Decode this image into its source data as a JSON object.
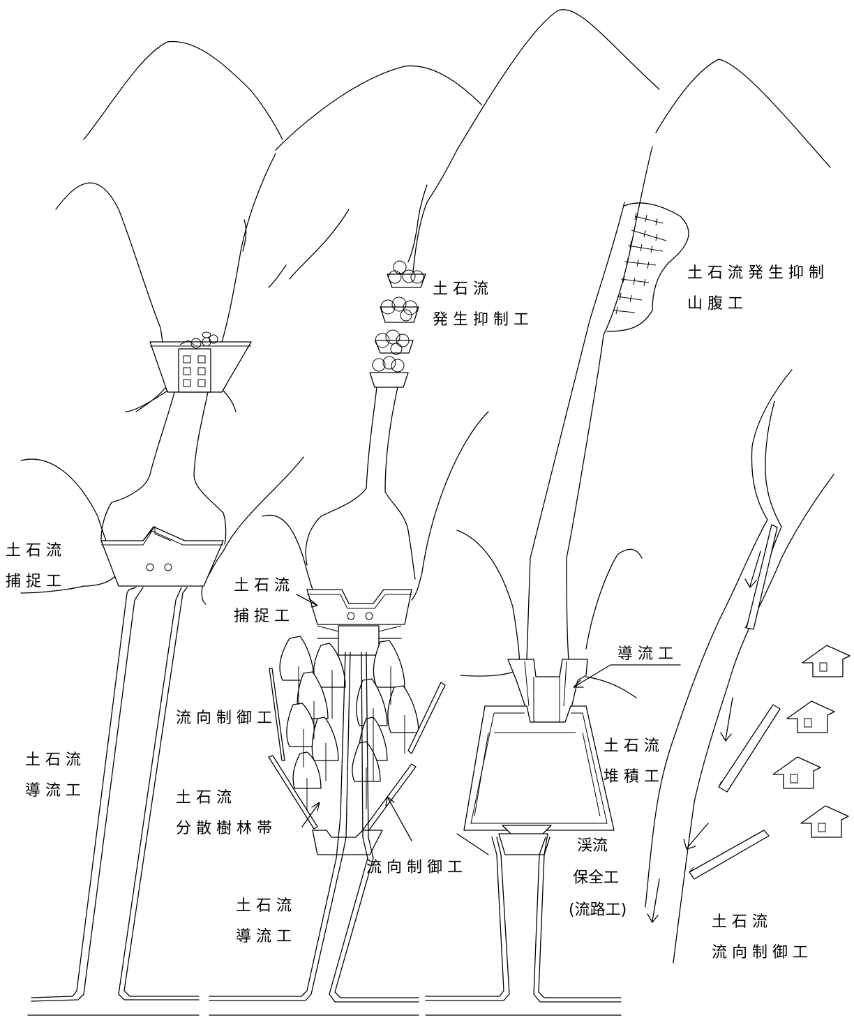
{
  "labels": {
    "capture_left": [
      "土石流",
      "捕捉工"
    ],
    "guide_left": [
      "土石流",
      "導流工"
    ],
    "gen_suppress": [
      "土石流",
      "発生抑制工"
    ],
    "gen_suppress_hillside": [
      "土石流発生抑制",
      "山腹工"
    ],
    "capture_center": [
      "土石流",
      "捕捉工"
    ],
    "flow_dir_upper": "流向制御工",
    "dispersion_forest": [
      "土石流",
      "分散樹林帯"
    ],
    "flow_dir_lower": "流向制御工",
    "guide_center": [
      "土石流",
      "導流工"
    ],
    "guide_right": "導流工",
    "deposit": [
      "土石流",
      "堆積工"
    ],
    "stream_conservation": [
      "渓流",
      "保全工",
      "(流路工)"
    ],
    "flow_dir_right": [
      "土石流",
      "流向制御工"
    ]
  }
}
